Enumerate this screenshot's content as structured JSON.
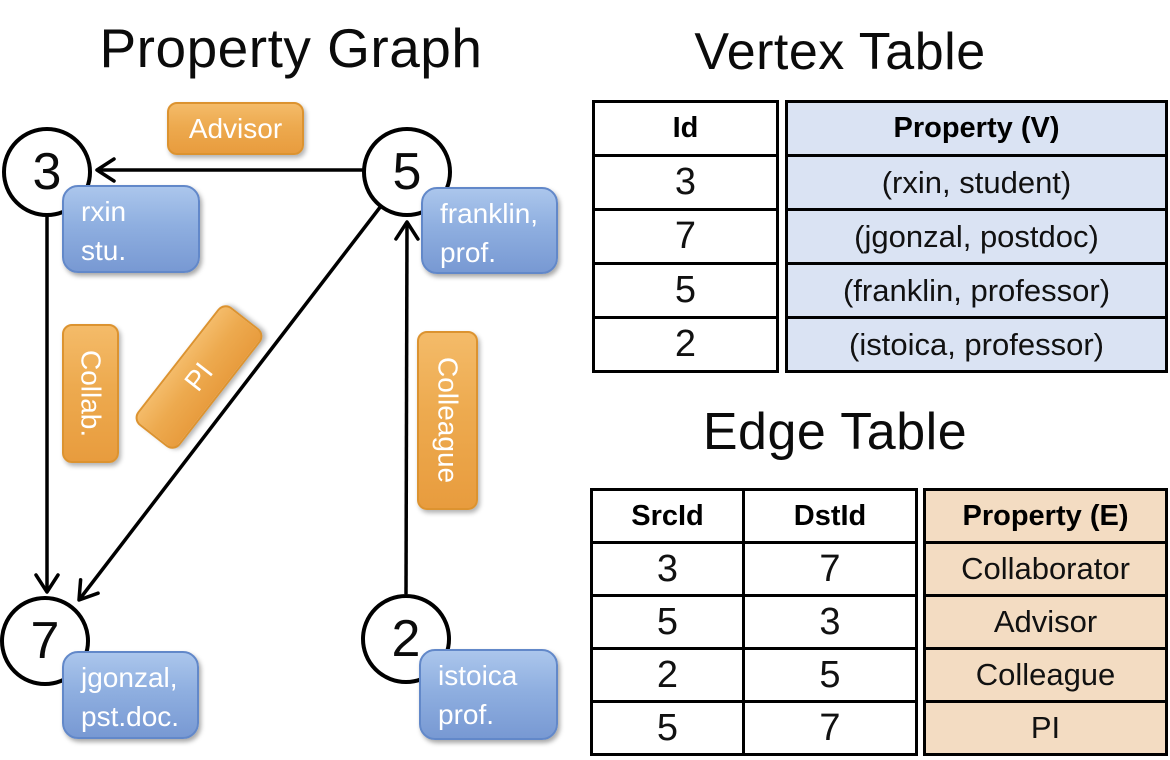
{
  "graph": {
    "title": "Property Graph",
    "vertices": [
      {
        "id": "3",
        "line1": "rxin",
        "line2": "stu."
      },
      {
        "id": "5",
        "line1": "franklin,",
        "line2": "prof."
      },
      {
        "id": "7",
        "line1": "jgonzal,",
        "line2": "pst.doc."
      },
      {
        "id": "2",
        "line1": "istoica",
        "line2": "prof."
      }
    ],
    "edges": [
      {
        "label": "Advisor"
      },
      {
        "label": "Collab."
      },
      {
        "label": "PI"
      },
      {
        "label": "Colleague"
      }
    ]
  },
  "vertex_table": {
    "title": "Vertex Table",
    "headers": {
      "id": "Id",
      "property": "Property (V)"
    },
    "rows": [
      {
        "id": "3",
        "property": "(rxin, student)"
      },
      {
        "id": "7",
        "property": "(jgonzal, postdoc)"
      },
      {
        "id": "5",
        "property": "(franklin, professor)"
      },
      {
        "id": "2",
        "property": "(istoica, professor)"
      }
    ]
  },
  "edge_table": {
    "title": "Edge Table",
    "headers": {
      "src": "SrcId",
      "dst": "DstId",
      "property": "Property (E)"
    },
    "rows": [
      {
        "src": "3",
        "dst": "7",
        "property": "Collaborator"
      },
      {
        "src": "5",
        "dst": "3",
        "property": "Advisor"
      },
      {
        "src": "2",
        "dst": "5",
        "property": "Colleague"
      },
      {
        "src": "5",
        "dst": "7",
        "property": "PI"
      }
    ]
  },
  "colors": {
    "edge_label_fill": "#EDA44A",
    "edge_label_border": "#DC9330",
    "vertex_label_fill": "#8CACDF",
    "vertex_label_border": "#6288C9",
    "vertex_table_cell_bg": "#DAE3F3",
    "edge_table_cell_bg": "#F3DCC2",
    "line_color": "#000000"
  }
}
